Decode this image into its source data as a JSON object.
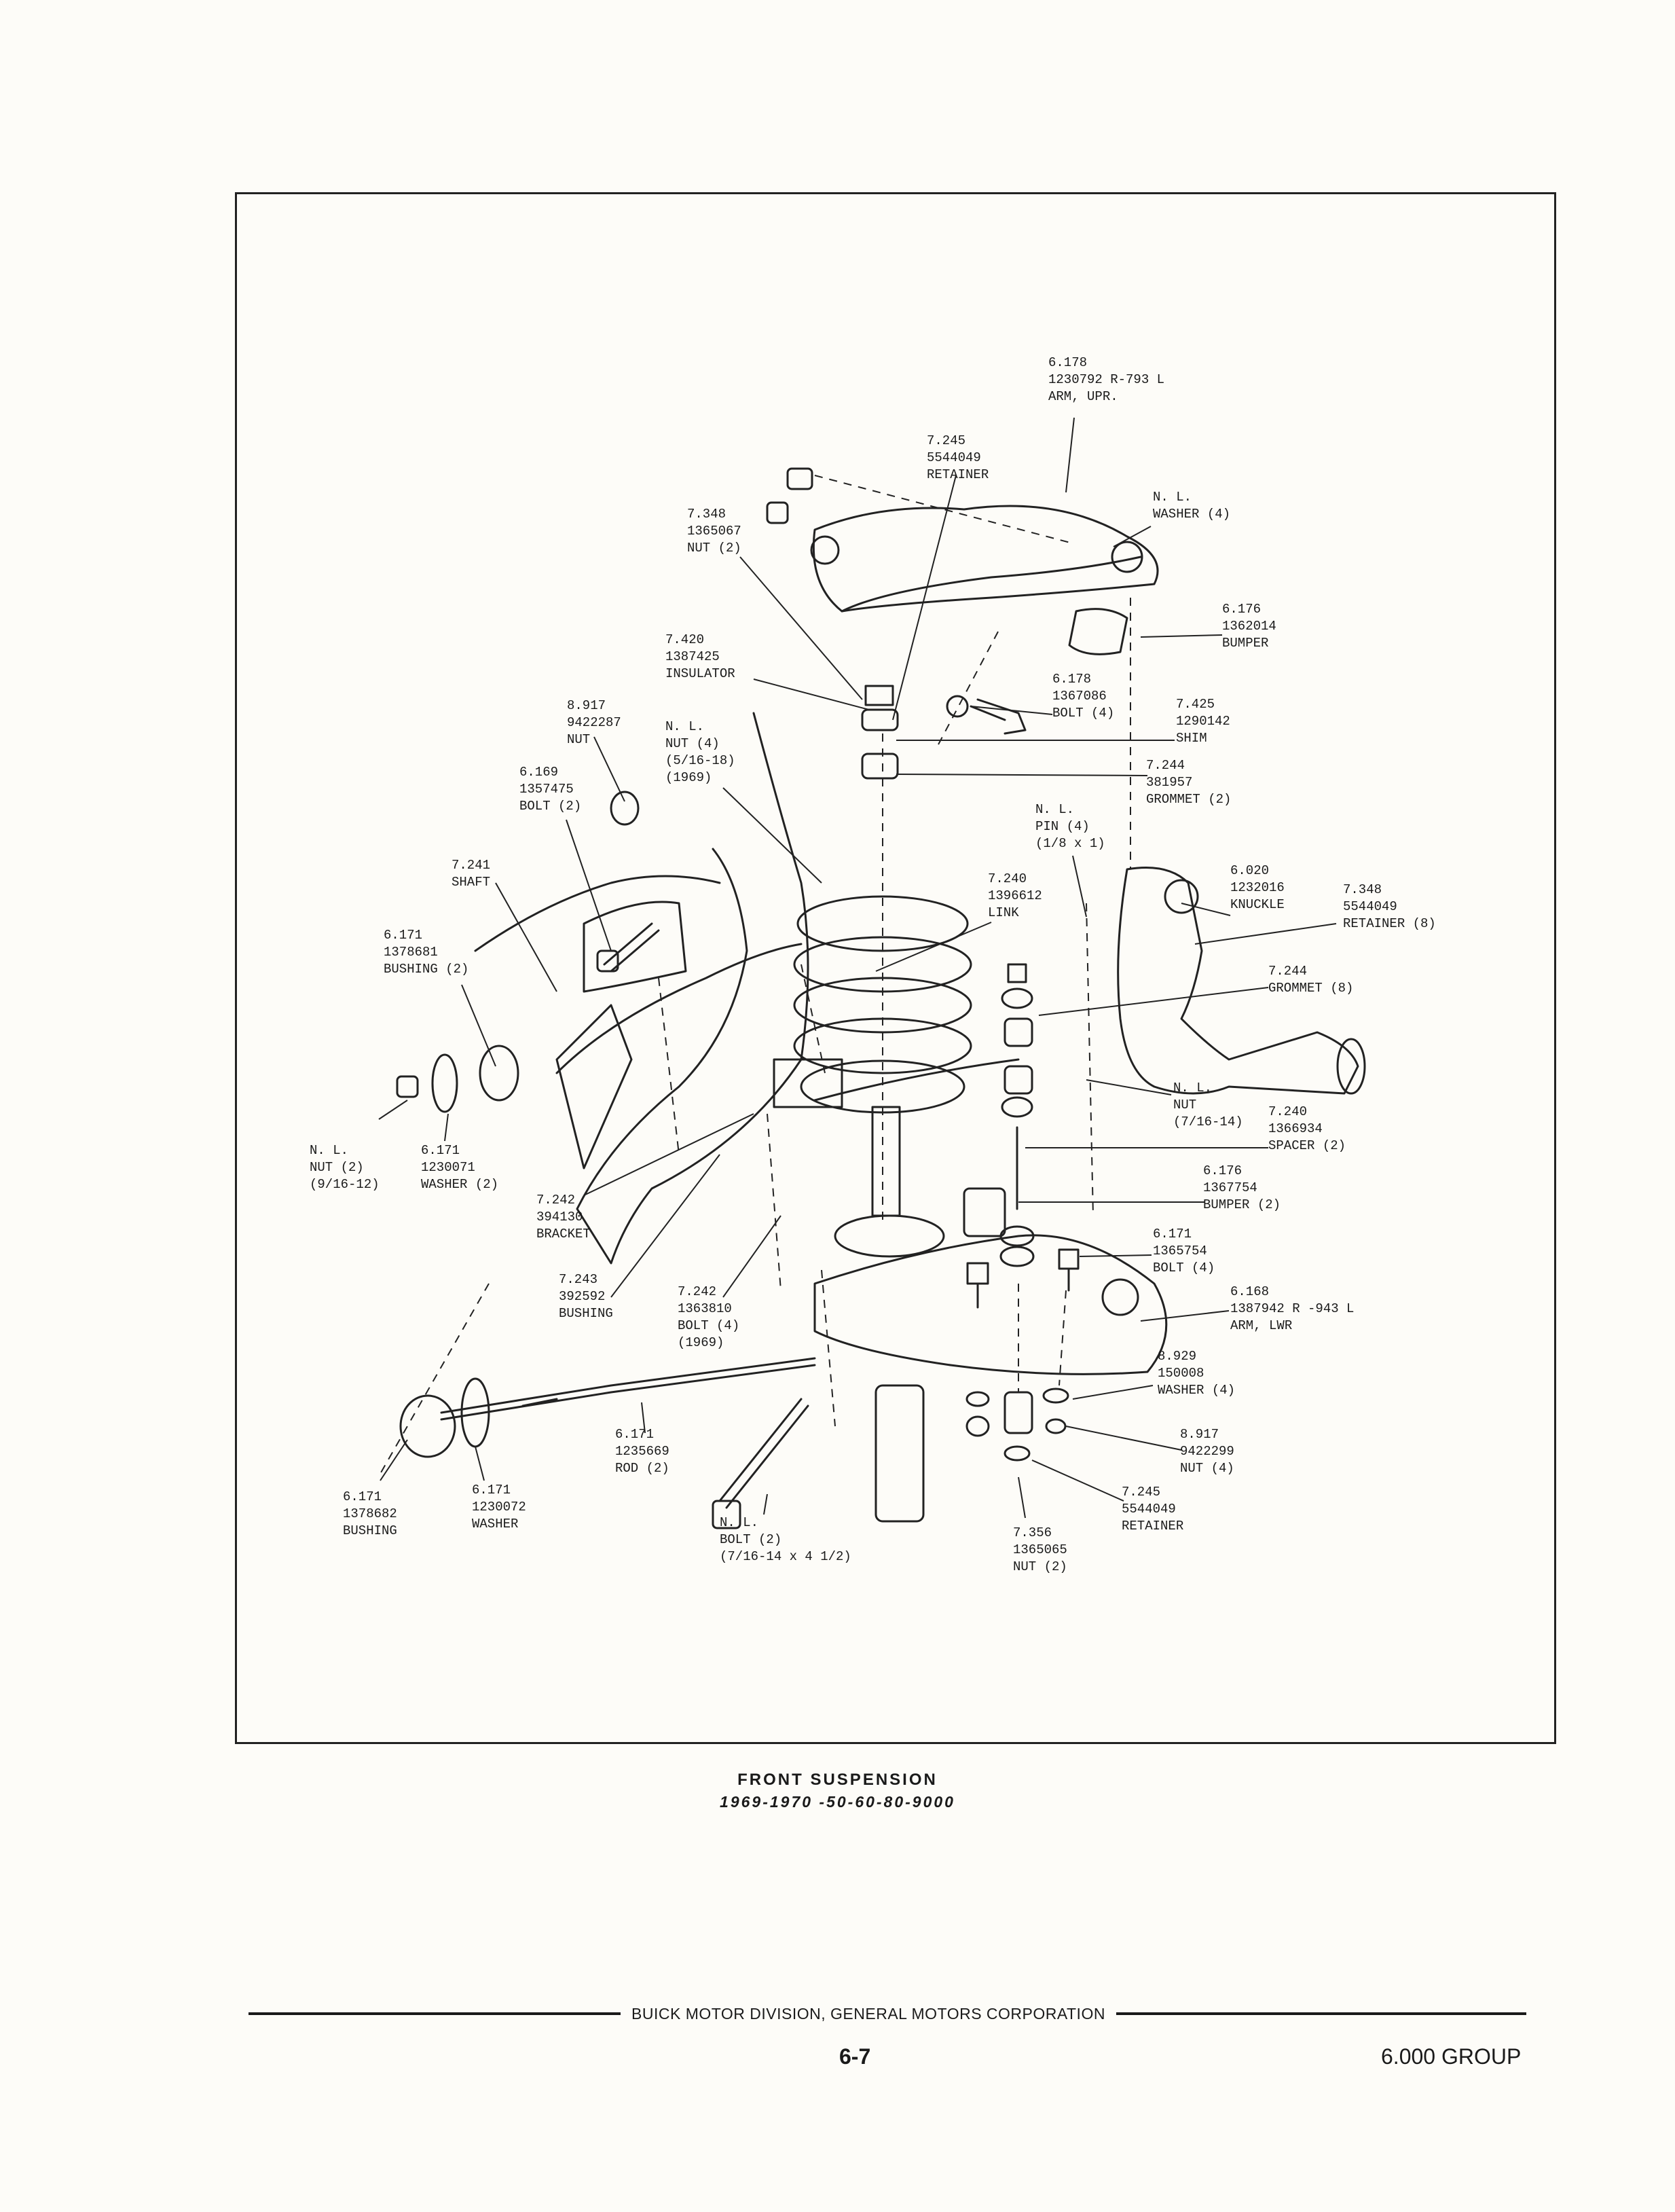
{
  "diagram": {
    "labels": {
      "arm_upr": "6.178\n1230792 R-793 L\nARM, UPR.",
      "retainer_top": "7.245\n5544049\nRETAINER",
      "washer4": "N. L.\nWASHER (4)",
      "nut_7348": "7.348\n1365067\nNUT (2)",
      "bumper_6176": "6.176\n1362014\nBUMPER",
      "insulator": "7.420\n1387425\nINSULATOR",
      "bolt_6178": "6.178\n1367086\nBOLT (4)",
      "shim": "7.425\n1290142\nSHIM",
      "nut_8917_top": "8.917\n9422287\nNUT",
      "nut4_nl": "N. L.\nNUT (4)\n(5/16-18)\n(1969)",
      "grommet_7244": "7.244\n381957\nGROMMET (2)",
      "bolt_6169": "6.169\n1357475\nBOLT (2)",
      "pin4": "N. L.\nPIN (4)\n(1/8 x 1)",
      "shaft": "7.241\nSHAFT",
      "knuckle": "6.020\n1232016\nKNUCKLE",
      "retainer8": "7.348\n5544049\nRETAINER (8)",
      "link": "7.240\n1396612\nLINK",
      "bushing_6171_top": "6.171\n1378681\nBUSHING (2)",
      "grommet8": "7.244\nGROMMET (8)",
      "nut_716": "N. L.\nNUT\n(7/16-14)",
      "spacer": "7.240\n1366934\nSPACER (2)",
      "nut2_nl": "N. L.\nNUT (2)\n(9/16-12)",
      "washer_6171": "6.171\n1230071\nWASHER (2)",
      "bumper2": "6.176\n1367754\nBUMPER (2)",
      "bracket": "7.242\n394130\nBRACKET",
      "bolt_6171": "6.171\n1365754\nBOLT (4)",
      "bushing_7243": "7.243\n392592\nBUSHING",
      "bolt_7242": "7.242\n1363810\nBOLT (4)\n(1969)",
      "arm_lwr": "6.168\n1387942 R -943 L\nARM, LWR",
      "washer_8929": "8.929\n150008\nWASHER (4)",
      "rod": "6.171\n1235669\nROD (2)",
      "nut_8917_bot": "8.917\n9422299\nNUT (4)",
      "bushing_6171_bot": "6.171\n1378682\nBUSHING",
      "washer_6171_bot": "6.171\n1230072\nWASHER",
      "bolt2_nl": "N. L.\nBOLT (2)\n(7/16-14 x 4 1/2)",
      "retainer_7245_bot": "7.245\n5544049\nRETAINER",
      "nut_7356": "7.356\n1365065\nNUT (2)"
    }
  },
  "caption": {
    "title": "FRONT SUSPENSION",
    "subtitle": "1969-1970 -50-60-80-9000"
  },
  "footer": {
    "org": "BUICK MOTOR DIVISION, GENERAL MOTORS CORPORATION",
    "page": "6-7",
    "group": "6.000 GROUP"
  }
}
